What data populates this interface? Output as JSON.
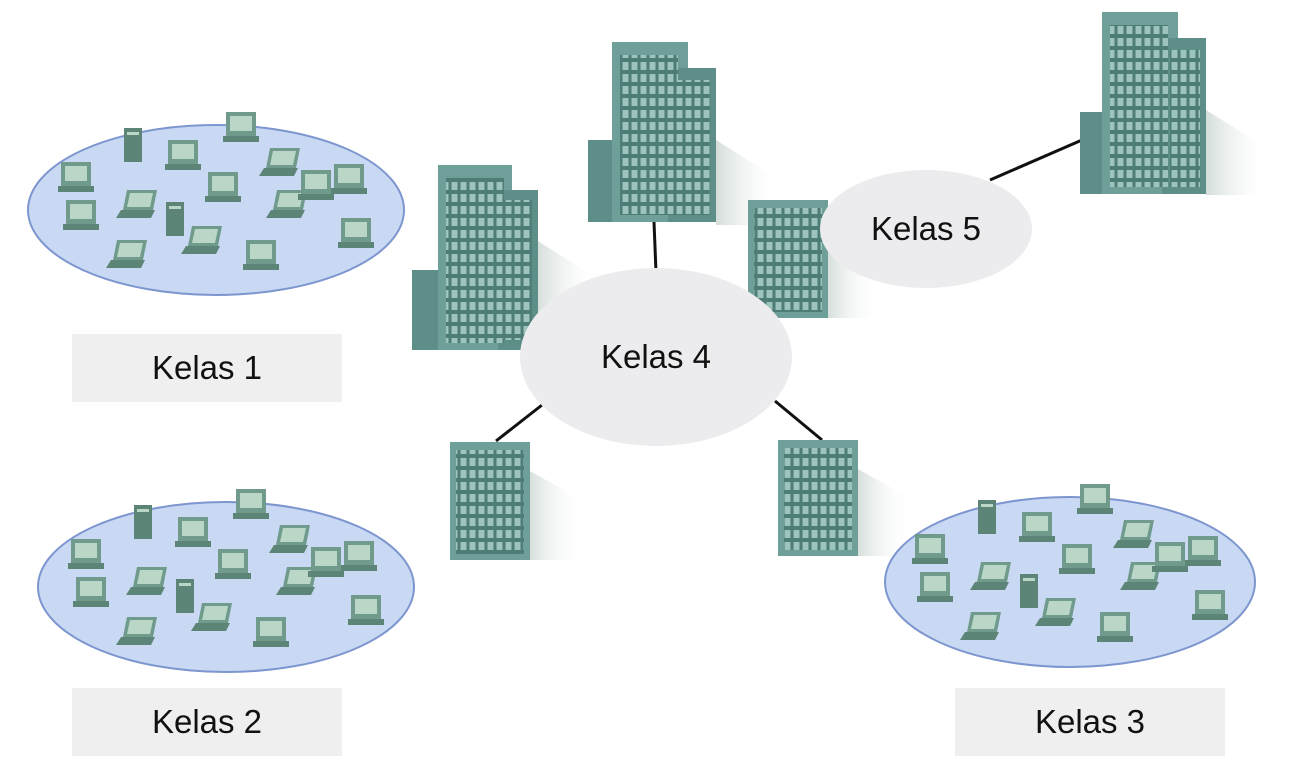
{
  "labels": {
    "kelas1": "Kelas 1",
    "kelas2": "Kelas 2",
    "kelas3": "Kelas 3",
    "kelas4": "Kelas 4",
    "kelas5": "Kelas 5"
  },
  "colors": {
    "building": "#6e9f98",
    "building_dark": "#4e7f78",
    "lan_fill": "#c9d9f3",
    "lan_stroke": "#7d96cf",
    "device": "#6f9a8c",
    "screen": "#b9d6c6",
    "link": "#111111"
  }
}
